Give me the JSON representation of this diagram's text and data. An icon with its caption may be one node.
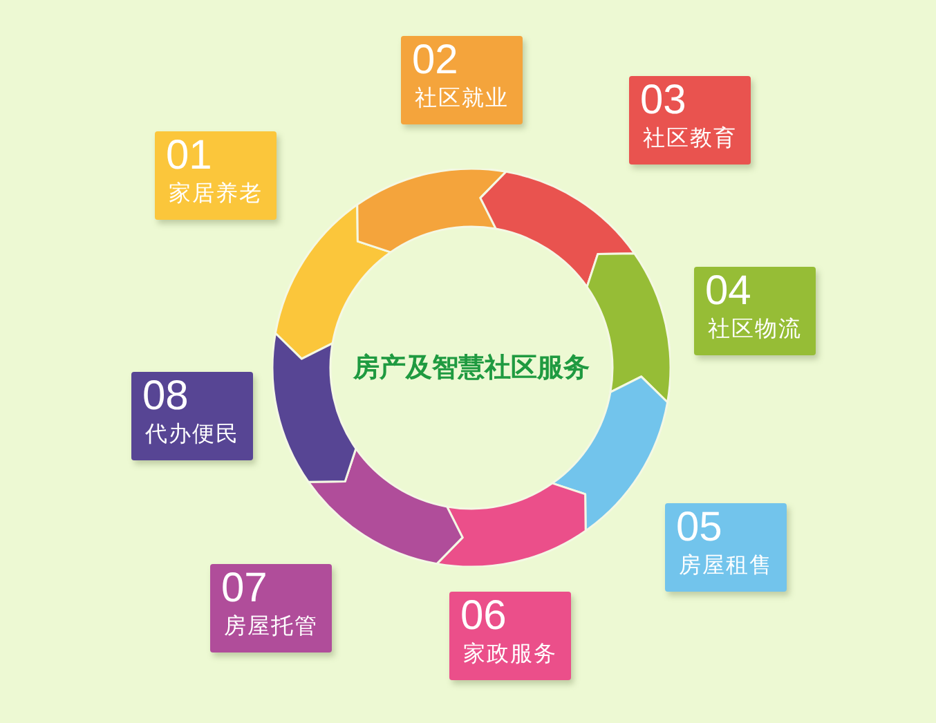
{
  "diagram": {
    "nodes": [
      {
        "text": [
          "房产及智慧社区服务"
        ]
      },
      {
        "text": [
          "01",
          "家居养老"
        ]
      },
      {
        "text": [
          "02",
          "社区就业"
        ]
      },
      {
        "text": [
          "03",
          "社区教育"
        ]
      },
      {
        "text": [
          "04",
          "社区物流"
        ]
      },
      {
        "text": [
          "05",
          "房屋租售"
        ]
      },
      {
        "text": [
          "06",
          "家政服务"
        ]
      },
      {
        "text": [
          "07",
          "房屋托管"
        ]
      },
      {
        "text": [
          "08",
          "代办便民"
        ]
      }
    ]
  }
}
